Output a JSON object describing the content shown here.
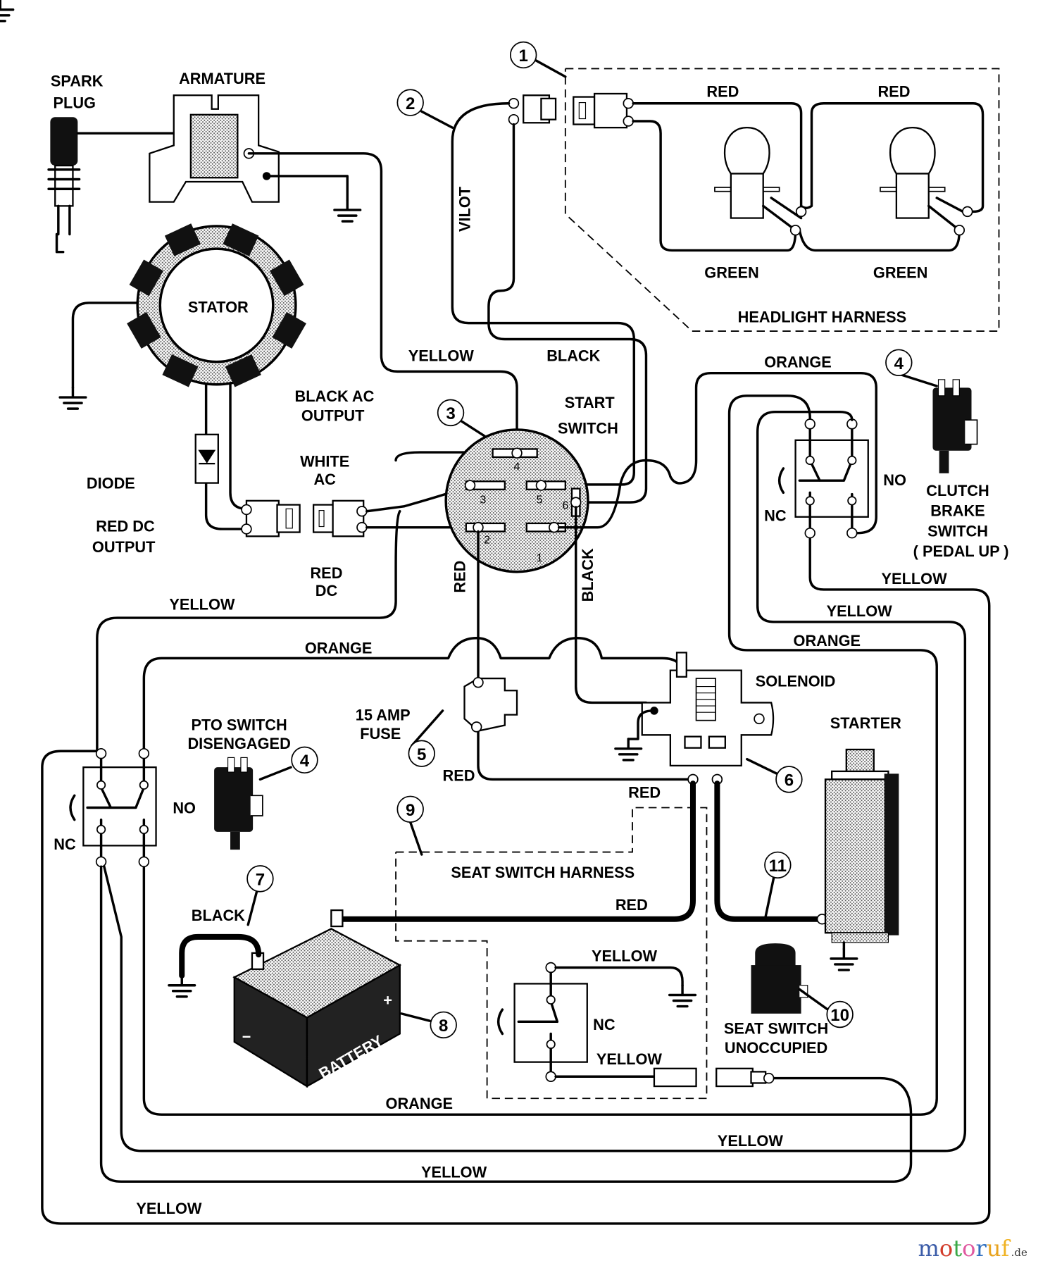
{
  "diagram_title": "",
  "labels": {
    "spark_plug_1": "SPARK",
    "spark_plug_2": "PLUG",
    "armature": "ARMATURE",
    "stator": "STATOR",
    "vilot": "VILOT",
    "red_1": "RED",
    "red_2": "RED",
    "green_1": "GREEN",
    "green_2": "GREEN",
    "headlight_harness": "HEADLIGHT HARNESS",
    "yellow_top": "YELLOW",
    "black_top": "BLACK",
    "start_switch_1": "START",
    "start_switch_2": "SWITCH",
    "orange_top": "ORANGE",
    "black_ac_1": "BLACK AC",
    "black_ac_2": "OUTPUT",
    "diode": "DIODE",
    "white_ac_1": "WHITE",
    "white_ac_2": "AC",
    "red_dc_out_1": "RED DC",
    "red_dc_out_2": "OUTPUT",
    "red_dc_1": "RED",
    "red_dc_2": "DC",
    "yellow_left": "YELLOW",
    "red_vertical": "RED",
    "black_vertical": "BLACK",
    "clutch_no": "NO",
    "clutch_nc": "NC",
    "clutch_1": "CLUTCH",
    "clutch_2": "BRAKE",
    "clutch_3": "SWITCH",
    "clutch_4": "( PEDAL UP )",
    "yellow_r1": "YELLOW",
    "yellow_r2": "YELLOW",
    "orange_r": "ORANGE",
    "orange_mid": "ORANGE",
    "solenoid": "SOLENOID",
    "starter": "STARTER",
    "fuse_1": "15 AMP",
    "fuse_2": "FUSE",
    "red_fuse": "RED",
    "red_solenoid": "RED",
    "pto_1": "PTO SWITCH",
    "pto_2": "DISENGAGED",
    "pto_no": "NO",
    "pto_nc": "NC",
    "seat_harness": "SEAT SWITCH HARNESS",
    "red_battery": "RED",
    "black_battery": "BLACK",
    "yellow_seat_1": "YELLOW",
    "seat_nc": "NC",
    "yellow_seat_2": "YELLOW",
    "seat_switch_1": "SEAT SWITCH",
    "seat_switch_2": "UNOCCUPIED",
    "orange_bottom": "ORANGE",
    "yellow_b1": "YELLOW",
    "yellow_b2": "YELLOW",
    "yellow_b3": "YELLOW",
    "battery": "BATTERY",
    "battery_plus": "+",
    "battery_minus": "−"
  },
  "start_switch_pins": [
    "1",
    "2",
    "3",
    "4",
    "5",
    "6"
  ],
  "callouts": [
    "1",
    "2",
    "3",
    "4",
    "4",
    "5",
    "6",
    "7",
    "8",
    "9",
    "10",
    "11"
  ],
  "watermark": {
    "main": "motoruf",
    "suffix": ".de",
    "colors": [
      "#3b5ca8",
      "#d23c2a",
      "#3aa846",
      "#e05aa0",
      "#2f6fbf",
      "#d23c2a",
      "#e8a31f",
      "#f0b323"
    ]
  }
}
